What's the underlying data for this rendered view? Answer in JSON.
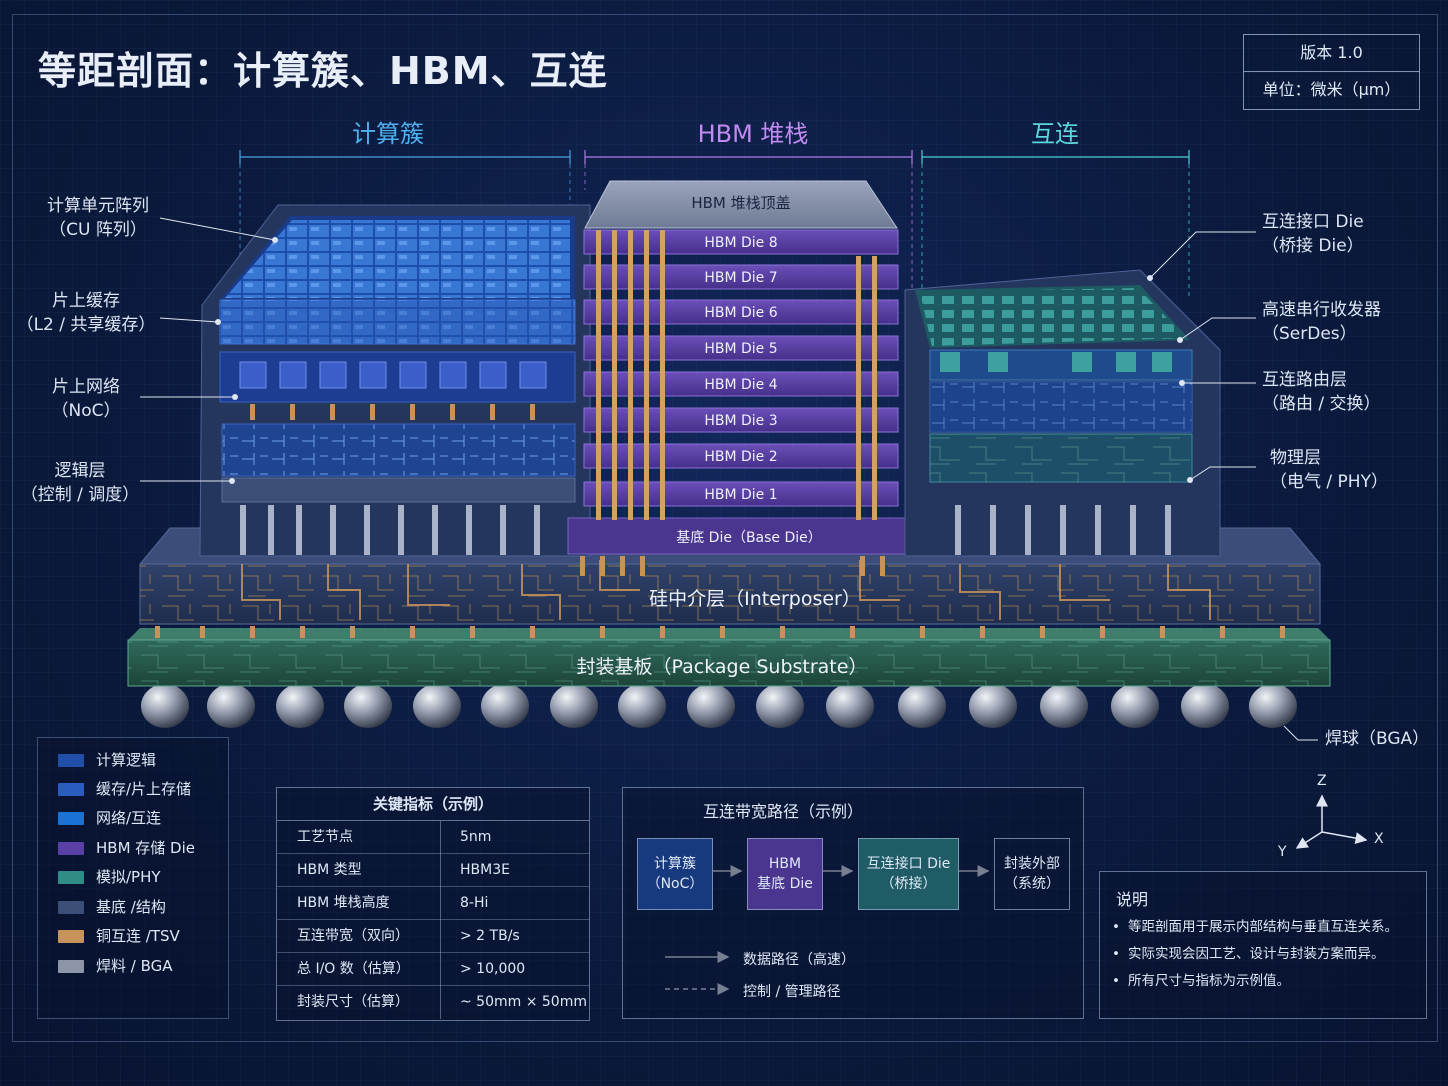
{
  "title": "等距剖面：计算簇、HBM、互连",
  "version": {
    "label": "版本 1.0",
    "unit": "单位：微米（µm）"
  },
  "sections": {
    "compute": "计算簇",
    "hbm": "HBM 堆栈",
    "interconnect": "互连"
  },
  "left_labels": [
    {
      "line1": "计算单元阵列",
      "line2": "（CU 阵列）"
    },
    {
      "line1": "片上缓存",
      "line2": "（L2 / 共享缓存）"
    },
    {
      "line1": "片上网络",
      "line2": "（NoC）"
    },
    {
      "line1": "逻辑层",
      "line2": "（控制 / 调度）"
    }
  ],
  "right_labels": [
    {
      "line1": "互连接口 Die",
      "line2": "（桥接 Die）"
    },
    {
      "line1": "高速串行收发器",
      "line2": "（SerDes）"
    },
    {
      "line1": "互连路由层",
      "line2": "（路由 / 交换）"
    },
    {
      "line1": "物理层",
      "line2": "（电气 / PHY）"
    }
  ],
  "hbm_stack": {
    "cap": "HBM 堆栈顶盖",
    "dies": [
      "HBM Die 8",
      "HBM Die 7",
      "HBM Die 6",
      "HBM Die 5",
      "HBM Die 4",
      "HBM Die 3",
      "HBM Die 2",
      "HBM Die 1"
    ],
    "base": "基底 Die（Base Die）"
  },
  "interposer": "硅中介层（Interposer）",
  "substrate": "封装基板（Package Substrate）",
  "bga_label": "焊球（BGA）",
  "legend": [
    {
      "label": "计算逻辑",
      "color": "#1f4fa8"
    },
    {
      "label": "缓存/片上存储",
      "color": "#2a5cc0"
    },
    {
      "label": "网络/互连",
      "color": "#1a72d4"
    },
    {
      "label": "HBM 存储 Die",
      "color": "#5a3fa6"
    },
    {
      "label": "模拟/PHY",
      "color": "#2f8c86"
    },
    {
      "label": "基底 /结构",
      "color": "#3c4f78"
    },
    {
      "label": "铜互连 /TSV",
      "color": "#c8935a"
    },
    {
      "label": "焊料 / BGA",
      "color": "#8c96a8"
    }
  ],
  "metrics": {
    "title": "关键指标（示例）",
    "rows": [
      {
        "key": "工艺节点",
        "value": "5nm"
      },
      {
        "key": "HBM 类型",
        "value": "HBM3E"
      },
      {
        "key": "HBM 堆栈高度",
        "value": "8-Hi"
      },
      {
        "key": "互连带宽（双向）",
        "value": "> 2 TB/s"
      },
      {
        "key": "总 I/O 数（估算）",
        "value": "> 10,000"
      },
      {
        "key": "封装尺寸（估算）",
        "value": "~ 50mm × 50mm"
      }
    ]
  },
  "bandwidth": {
    "title": "互连带宽路径（示例）",
    "nodes": [
      {
        "line1": "计算簇",
        "line2": "（NoC）"
      },
      {
        "line1": "HBM",
        "line2": "基底 Die"
      },
      {
        "line1": "互连接口 Die",
        "line2": "（桥接）"
      },
      {
        "line1": "封装外部",
        "line2": "（系统）"
      }
    ],
    "legend_solid": "数据路径（高速）",
    "legend_dashed": "控制 / 管理路径"
  },
  "notes": {
    "title": "说明",
    "items": [
      "等距剖面用于展示内部结构与垂直互连关系。",
      "实际实现会因工艺、设计与封装方案而异。",
      "所有尺寸与指标为示例值。"
    ]
  },
  "axes": {
    "z": "Z",
    "y": "Y",
    "x": "X"
  }
}
